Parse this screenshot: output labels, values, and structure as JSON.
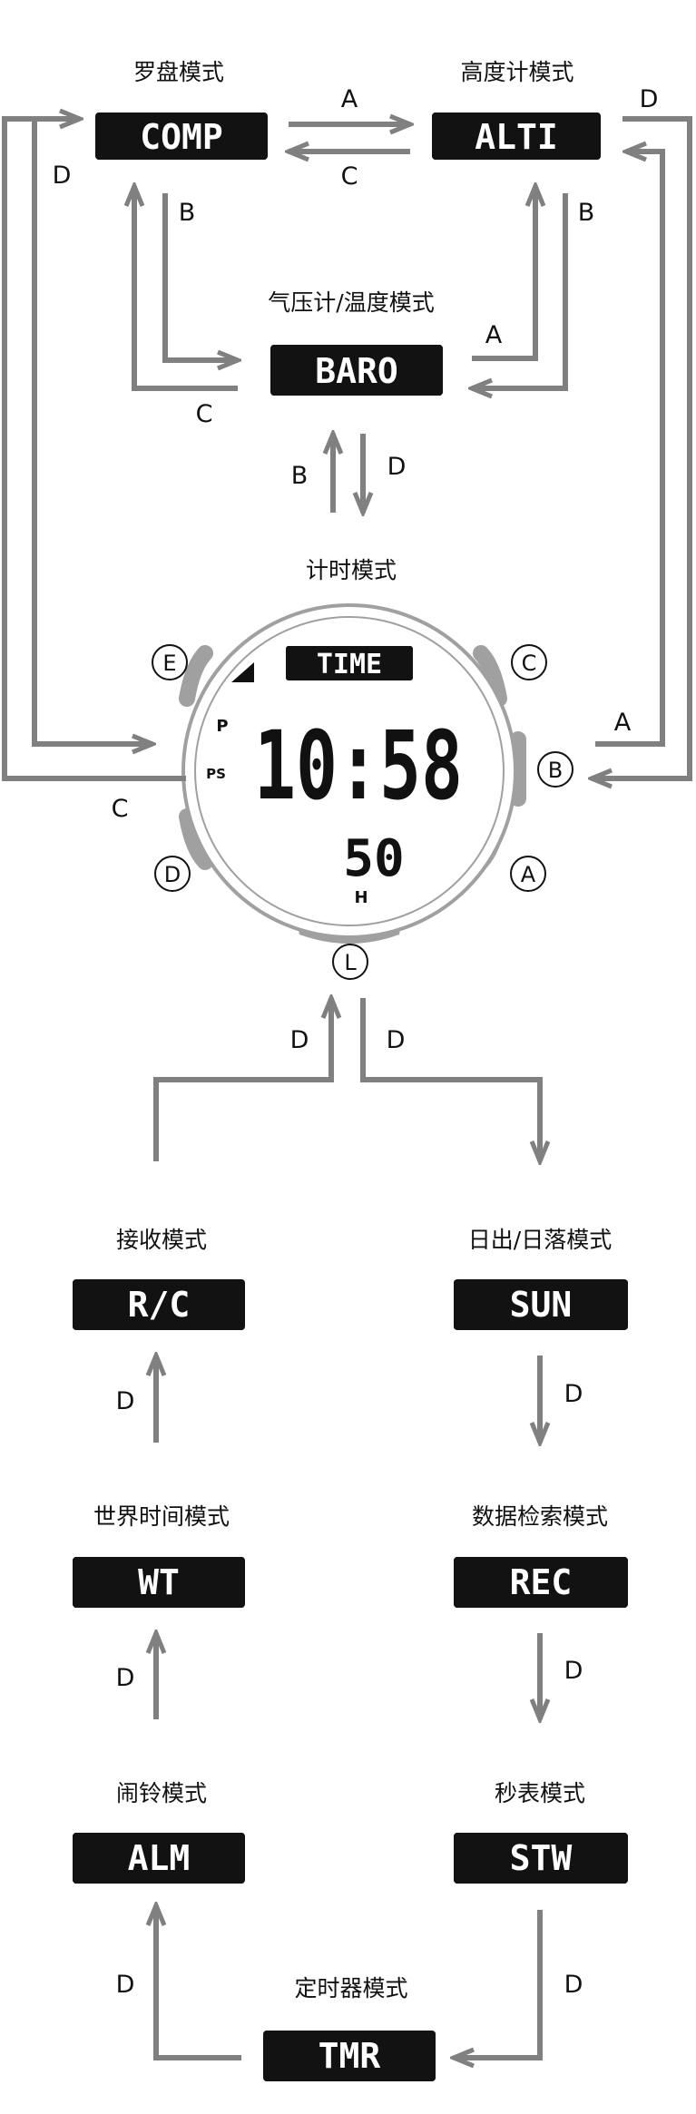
{
  "colors": {
    "lcd_bg": "#111111",
    "lcd_text": "#ffffff",
    "arrow": "#808080",
    "bezel_buttons": "#a0a0a0"
  },
  "modes": {
    "comp": {
      "title": "罗盘模式",
      "display": "COMP"
    },
    "alti": {
      "title": "高度计模式",
      "display": "ALTI"
    },
    "baro": {
      "title": "气压计/温度模式",
      "display": "BARO"
    },
    "time": {
      "title": "计时模式",
      "display": "TIME"
    },
    "rc": {
      "title": "接收模式",
      "display": "R/C"
    },
    "sun": {
      "title": "日出/日落模式",
      "display": "SUN"
    },
    "wt": {
      "title": "世界时间模式",
      "display": "WT"
    },
    "rec": {
      "title": "数据检索模式",
      "display": "REC"
    },
    "alm": {
      "title": "闹铃模式",
      "display": "ALM"
    },
    "stw": {
      "title": "秒表模式",
      "display": "STW"
    },
    "tmr": {
      "title": "定时器模式",
      "display": "TMR"
    }
  },
  "watch": {
    "time": "10:58",
    "seconds": "50",
    "indicator_p": "P",
    "indicator_ps": "PS",
    "indicator_h": "H",
    "buttons": {
      "a": "A",
      "b": "B",
      "c": "C",
      "d": "D",
      "e": "E",
      "l": "L"
    }
  },
  "transitions": {
    "comp_to_alti": "A",
    "alti_to_comp": "C",
    "comp_to_baro": "B",
    "baro_to_comp": "C",
    "alti_to_baro": "B",
    "baro_to_alti": "A",
    "baro_to_time": "D",
    "time_to_baro": "B",
    "comp_to_time": "D",
    "time_to_comp": "C",
    "alti_to_time": "D",
    "time_to_alti": "A",
    "time_to_sun": "D",
    "rc_to_time": "D",
    "sun_to_rec": "D",
    "rec_to_stw": "D",
    "stw_to_tmr": "D",
    "tmr_to_alm": "D",
    "alm_to_wt": "D",
    "wt_to_rc": "D"
  }
}
